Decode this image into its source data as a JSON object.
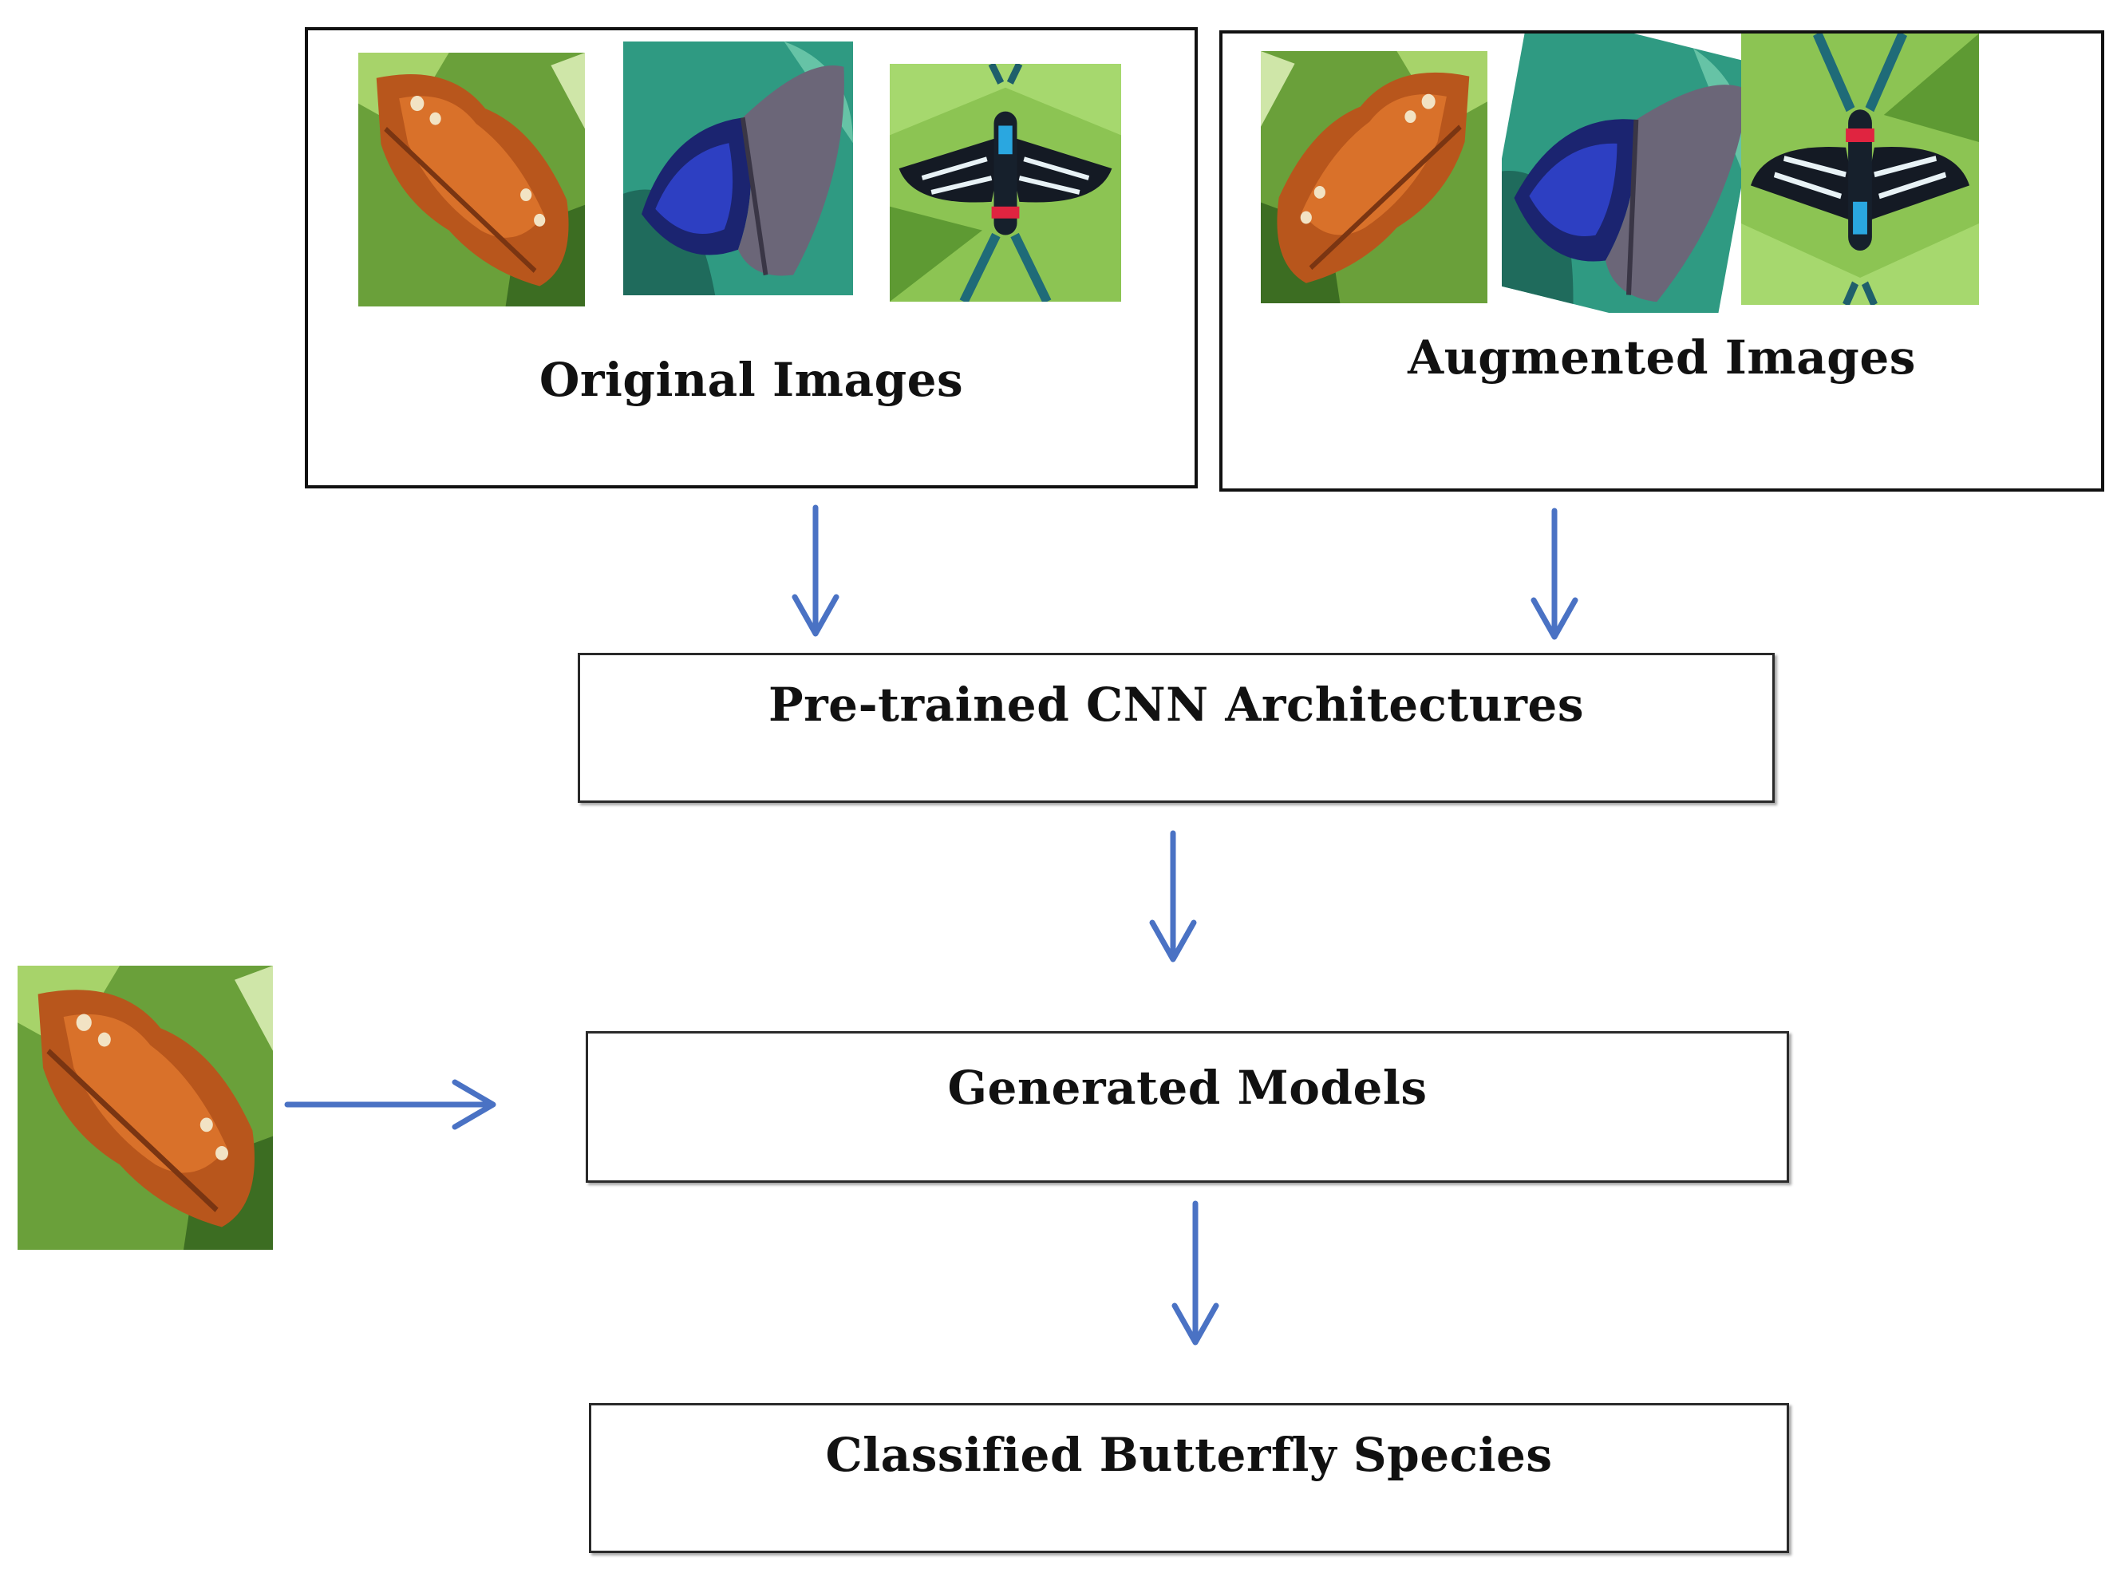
{
  "diagram": {
    "original_box": {
      "label": "Original Images"
    },
    "augmented_box": {
      "label": "Augmented Images"
    },
    "steps": [
      {
        "label": "Pre-trained CNN Architectures"
      },
      {
        "label": "Generated Models"
      },
      {
        "label": "Classified Butterfly Species"
      }
    ],
    "colors": {
      "arrow": "#4a72c4",
      "box_border": "#111111",
      "text": "#111111"
    }
  }
}
